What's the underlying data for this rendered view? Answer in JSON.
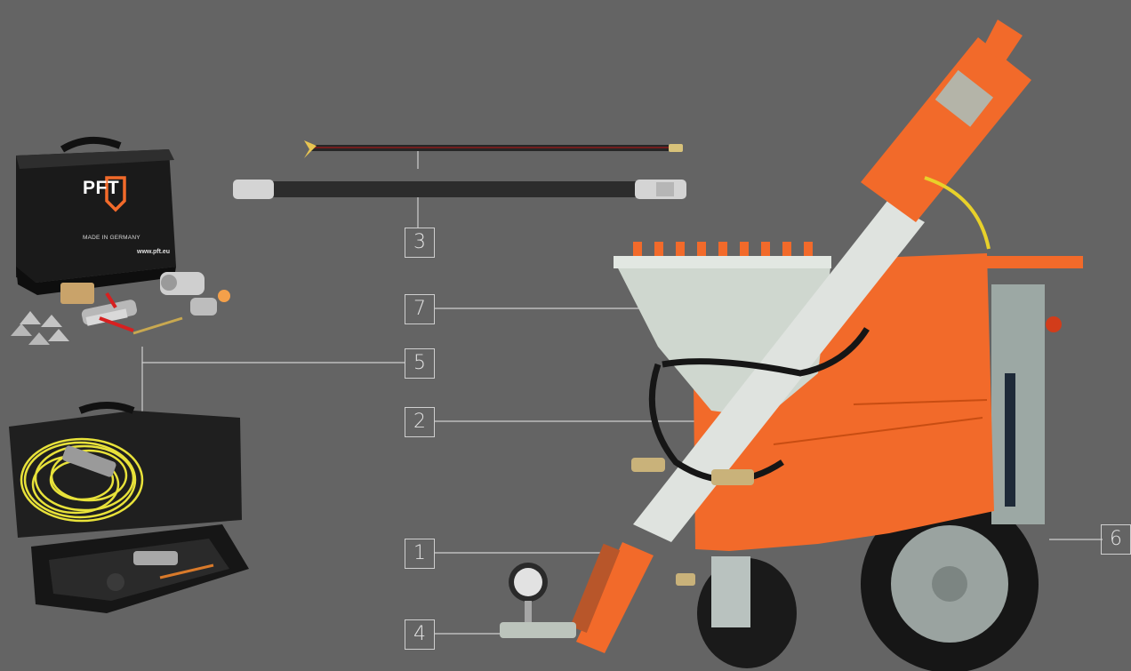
{
  "brand": {
    "logo_text": "PFT",
    "tagline": "MADE IN GERMANY",
    "url": "www.pft.eu",
    "accent_color": "#f26a2a"
  },
  "callouts": {
    "c1": "1",
    "c2": "2",
    "c3": "3",
    "c4": "4",
    "c5": "5",
    "c6": "6",
    "c7": "7"
  },
  "colors": {
    "background": "#646464",
    "machine_orange": "#f26a2a",
    "hopper": "#cfd6cf",
    "hose": "#2c2c2c",
    "leader_line": "#cfcfcf"
  }
}
